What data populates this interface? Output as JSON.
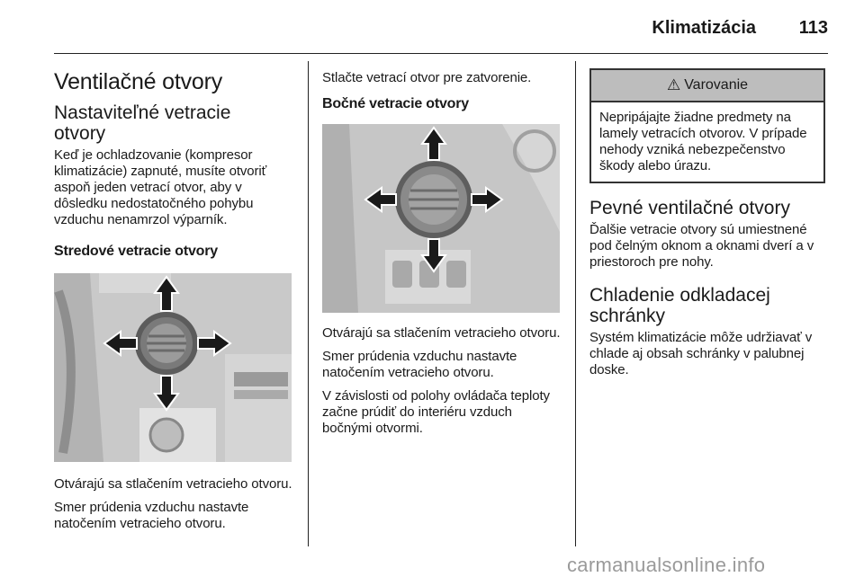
{
  "header": {
    "section": "Klimatizácia",
    "page_number": "113"
  },
  "col1": {
    "title": "Ventilačné otvory",
    "subtitle": "Nastaviteľné vetracie otvory",
    "intro": "Keď je ochladzovanie (kompresor klimatizácie) zapnuté, musíte otvoriť aspoň jeden vetrací otvor, aby v dôsledku nedostatočného pohybu vzduchu nenamrzol výparník.",
    "center_heading": "Stredové vetracie otvory",
    "para1": "Otvárajú sa stlačením vetracieho otvoru.",
    "para2": "Smer prúdenia vzduchu nastavte natočením vetracieho otvoru."
  },
  "col2": {
    "para0": "Stlačte vetrací otvor pre zatvorenie.",
    "side_heading": "Bočné vetracie otvory",
    "para1": "Otvárajú sa stlačením vetracieho otvoru.",
    "para2": "Smer prúdenia vzduchu nastavte natočením vetracieho otvoru.",
    "para3": "V závislosti od polohy ovládača teploty začne prúdiť do interiéru vzduch bočnými otvormi."
  },
  "col3": {
    "warning_title": "Varovanie",
    "warning_text": "Nepripájajte žiadne predmety na lamely vetracích otvorov. V prípade nehody vzniká nebezpečenstvo škody alebo úrazu.",
    "fixed_title": "Pevné ventilačné otvory",
    "fixed_text": "Ďalšie vetracie otvory sú umiestnené pod čelným oknom a oknami dverí a v priestoroch pre nohy.",
    "cooling_title": "Chladenie odkladacej schránky",
    "cooling_text": "Systém klimatizácie môže udržiavať v chlade aj obsah schránky v palubnej doske."
  },
  "footer": {
    "watermark": "carmanualsonline.info"
  }
}
